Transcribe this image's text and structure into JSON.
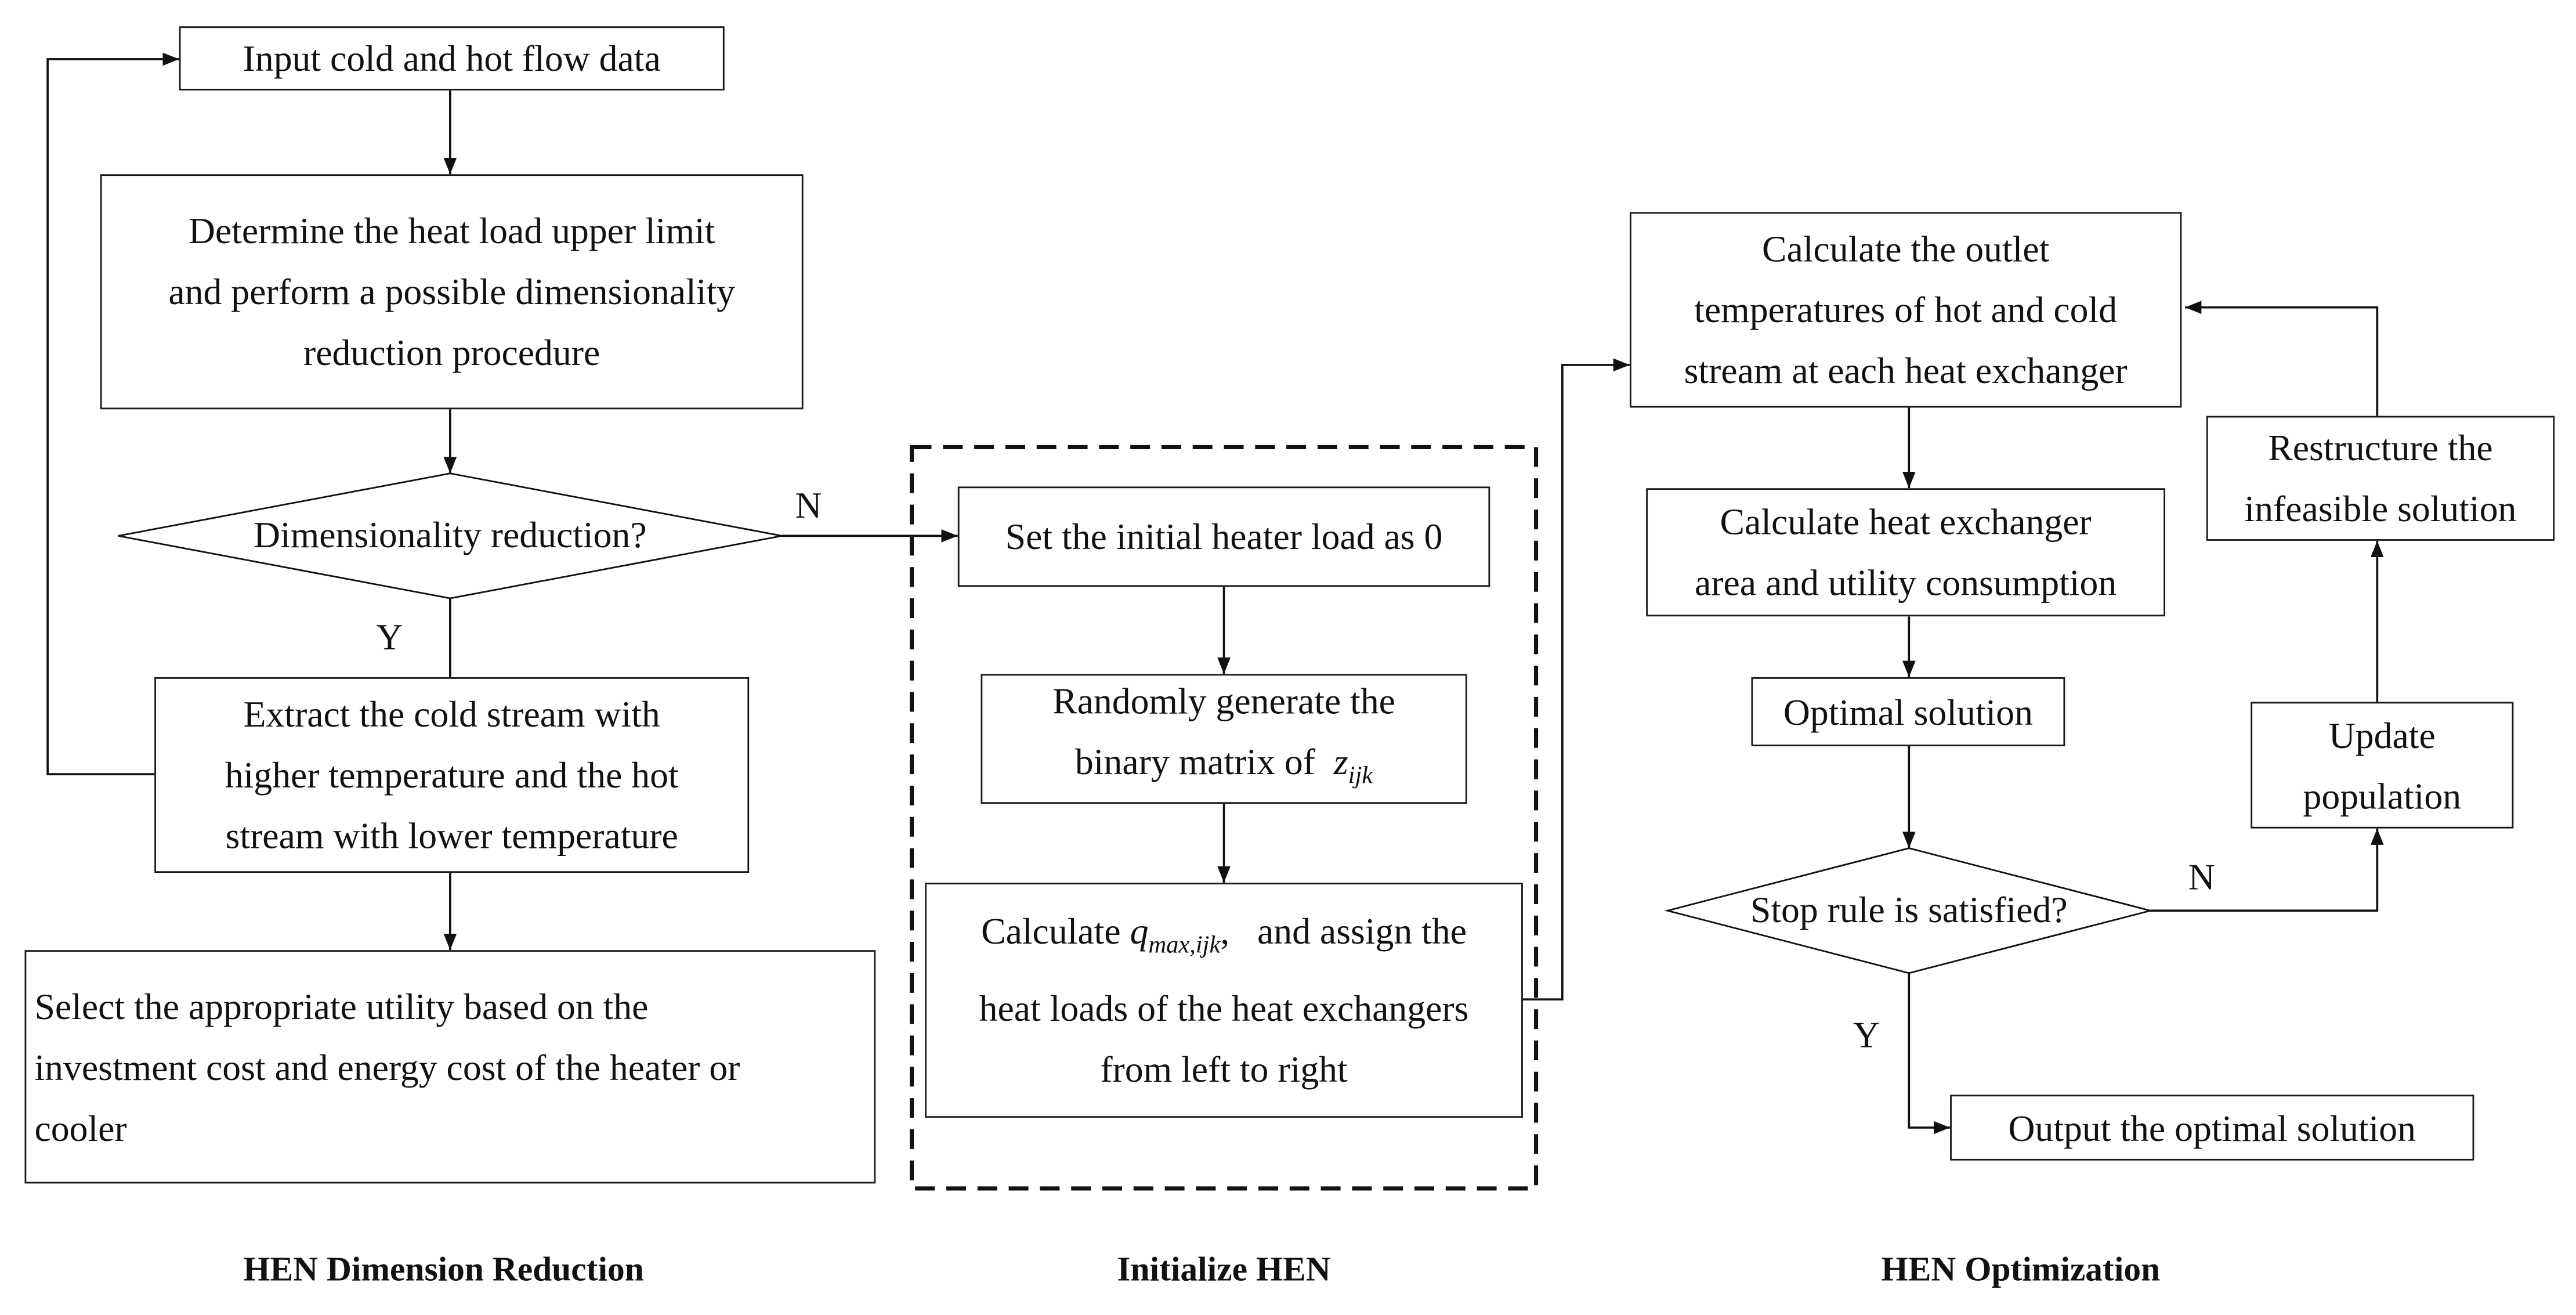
{
  "nodes": {
    "input_data": "Input cold and hot flow data",
    "determine_limit": [
      "Determine the heat load upper limit",
      "and perform a possible dimensionality",
      "reduction procedure"
    ],
    "dim_reduction_q": "Dimensionality reduction?",
    "extract_stream": [
      "Extract the cold stream with",
      "higher temperature and the hot",
      "stream with lower temperature"
    ],
    "select_utility": [
      "Select the appropriate utility based on the",
      "investment cost and energy cost of the heater or",
      "cooler"
    ],
    "set_heater": "Set the initial heater load as 0",
    "random_gen": {
      "line1": "Randomly generate the",
      "line2_text": "binary matrix of",
      "symbol": "z",
      "subscript": "ijk"
    },
    "calc_qmax": {
      "prefix": "Calculate",
      "symbol": "q",
      "subscript": "max,ijk",
      "suffix": ",   and assign the",
      "line2": "heat loads of the heat exchangers",
      "line3": "from left to right"
    },
    "calc_outlet": [
      "Calculate the outlet",
      "temperatures of hot and cold",
      "stream at each heat exchanger"
    ],
    "calc_area": [
      "Calculate heat exchanger",
      "area and utility consumption"
    ],
    "optimal": "Optimal solution",
    "stop_q": "Stop rule is satisfied?",
    "output": "Output the optimal solution",
    "update_pop": [
      "Update",
      "population"
    ],
    "restructure": [
      "Restructure the",
      "infeasible solution"
    ]
  },
  "edge_labels": {
    "dim_no": "N",
    "dim_yes": "Y",
    "stop_no": "N",
    "stop_yes": "Y"
  },
  "captions": {
    "left": "HEN Dimension Reduction",
    "middle": "Initialize HEN",
    "right": "HEN Optimization"
  }
}
